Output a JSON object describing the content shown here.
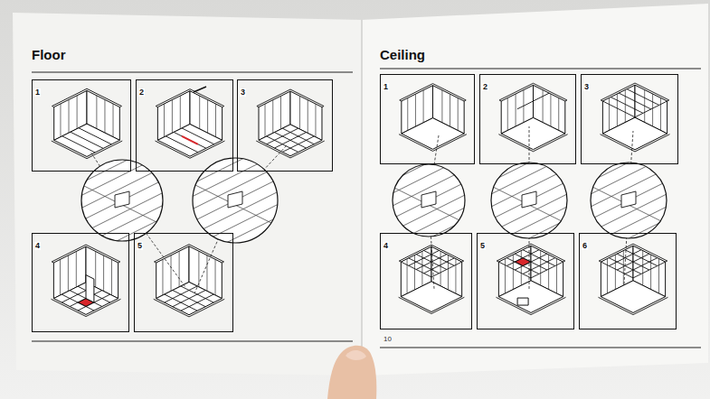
{
  "diagram": {
    "nodes": [
      {
        "text": [
          "Floor"
        ]
      },
      {
        "text": [
          "1"
        ],
        "in": 0
      },
      {
        "text": [
          "2"
        ],
        "in": 0
      },
      {
        "text": [
          "3"
        ],
        "in": 0
      },
      {
        "text": [
          "4"
        ],
        "in": 0
      },
      {
        "text": [
          "5"
        ],
        "in": 0
      },
      {
        "text": [
          "Ceiling"
        ]
      },
      {
        "text": [
          "1"
        ],
        "in": 6
      },
      {
        "text": [
          "2"
        ],
        "in": 6
      },
      {
        "text": [
          "3"
        ],
        "in": 6
      },
      {
        "text": [
          "4"
        ],
        "in": 6
      },
      {
        "text": [
          "5"
        ],
        "in": 6
      },
      {
        "text": [
          "6"
        ],
        "in": 6
      }
    ],
    "labels": [
      "10"
    ]
  }
}
